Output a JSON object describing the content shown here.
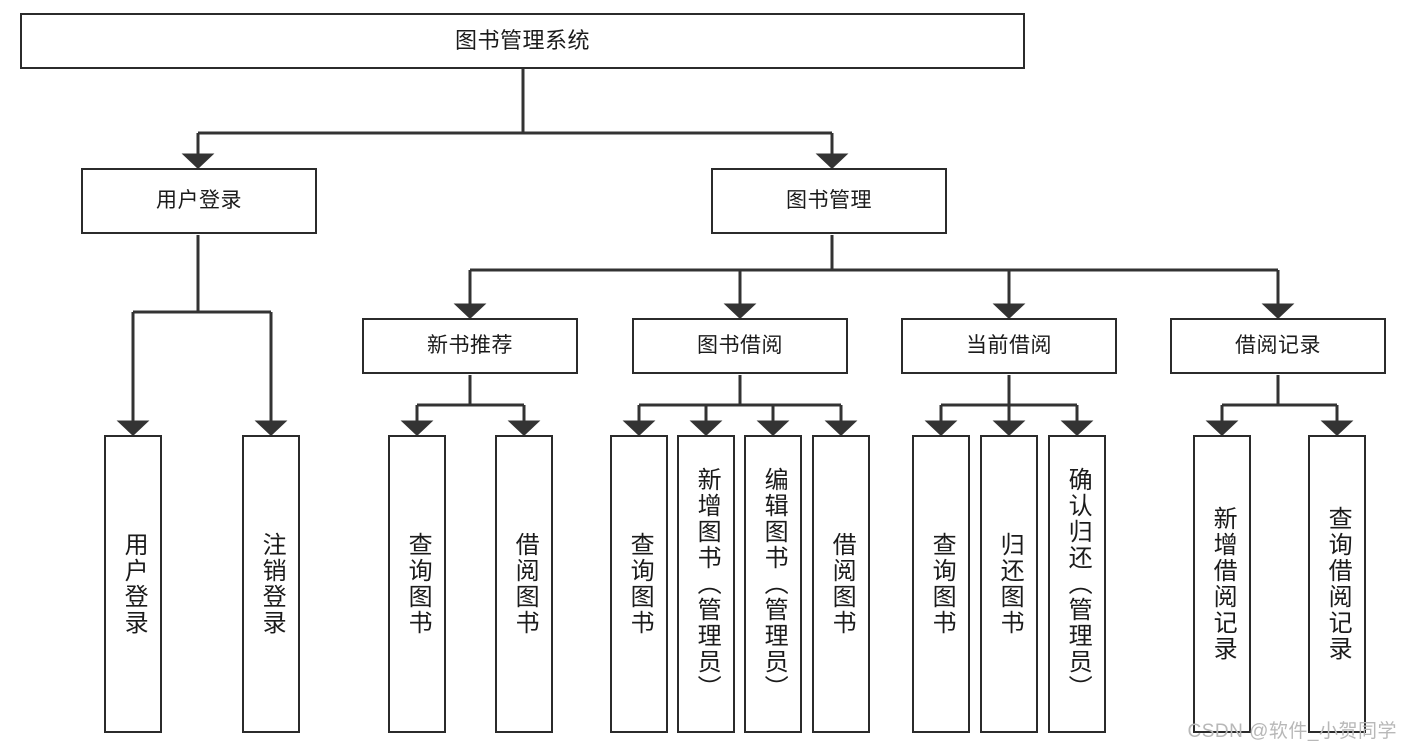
{
  "diagram": {
    "type": "tree-hierarchy",
    "title": "图书管理系统",
    "watermark": "CSDN @软件_小贺同学",
    "colors": {
      "box_border": "#2b2b2b",
      "box_fill": "#ffffff",
      "line": "#333333",
      "text": "#1b1b1b",
      "watermark": "#b8b8b8",
      "background": "#ffffff"
    },
    "nodes": {
      "root": {
        "label": "图书管理系统"
      },
      "level2": [
        {
          "id": "user-login",
          "label": "用户登录"
        },
        {
          "id": "book-management",
          "label": "图书管理"
        }
      ],
      "level3": [
        {
          "id": "new-book-recommend",
          "label": "新书推荐"
        },
        {
          "id": "book-borrow",
          "label": "图书借阅"
        },
        {
          "id": "current-borrow",
          "label": "当前借阅"
        },
        {
          "id": "borrow-record",
          "label": "借阅记录"
        }
      ],
      "leaves": {
        "user-login": [
          {
            "id": "leaf-user-login",
            "label": "用户登录"
          },
          {
            "id": "leaf-logout-login",
            "label": "注销登录"
          }
        ],
        "new-book-recommend": [
          {
            "id": "leaf-query-book-1",
            "label": "查询图书"
          },
          {
            "id": "leaf-borrow-book-1",
            "label": "借阅图书"
          }
        ],
        "book-borrow": [
          {
            "id": "leaf-query-book-2",
            "label": "查询图书"
          },
          {
            "id": "leaf-add-book-admin",
            "label": "新增图书（管理员）"
          },
          {
            "id": "leaf-edit-book-admin",
            "label": "编辑图书（管理员）"
          },
          {
            "id": "leaf-borrow-book-2",
            "label": "借阅图书"
          }
        ],
        "current-borrow": [
          {
            "id": "leaf-query-book-3",
            "label": "查询图书"
          },
          {
            "id": "leaf-return-book",
            "label": "归还图书"
          },
          {
            "id": "leaf-confirm-return-admin",
            "label": "确认归还（管理员）"
          }
        ],
        "borrow-record": [
          {
            "id": "leaf-add-borrow-record",
            "label": "新增借阅记录"
          },
          {
            "id": "leaf-query-borrow-record",
            "label": "查询借阅记录"
          }
        ]
      }
    }
  }
}
